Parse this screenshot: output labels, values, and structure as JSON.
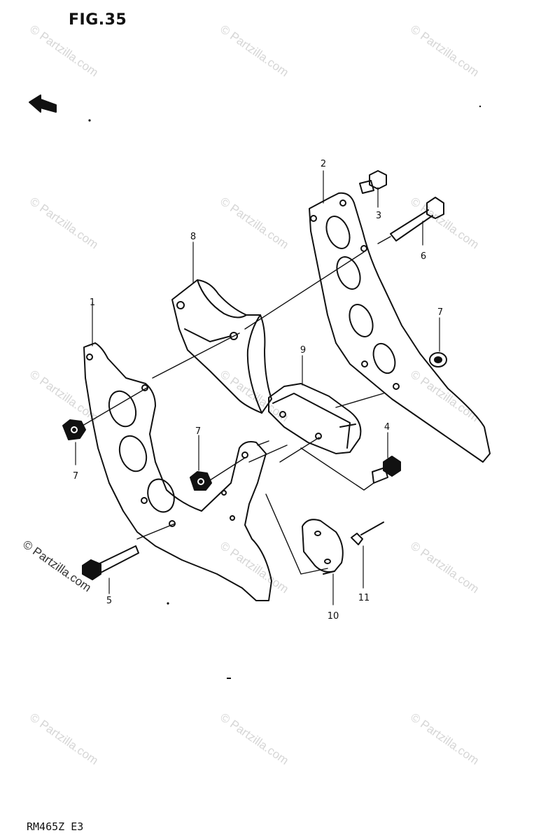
{
  "figure": {
    "title": "FIG.35",
    "footer_code": "RM465Z E3"
  },
  "watermark": {
    "text": "© Partzilla.com"
  },
  "front_arrow": {
    "label": "FWD",
    "icon": "front-direction-arrow-icon"
  },
  "callouts": [
    {
      "id": "c2",
      "number": "2",
      "part": "chain guide plate"
    },
    {
      "id": "c3",
      "number": "3",
      "part": "bolt"
    },
    {
      "id": "c6",
      "number": "6",
      "part": "long bolt"
    },
    {
      "id": "c8",
      "number": "8",
      "part": "spacer block"
    },
    {
      "id": "c1",
      "number": "1",
      "part": "chain guide plate"
    },
    {
      "id": "c7a",
      "number": "7",
      "part": "nut"
    },
    {
      "id": "c9",
      "number": "9",
      "part": "guide roller pad"
    },
    {
      "id": "c7b",
      "number": "7",
      "part": "nut"
    },
    {
      "id": "c7c",
      "number": "7",
      "part": "nut"
    },
    {
      "id": "c4",
      "number": "4",
      "part": "bolt"
    },
    {
      "id": "c5",
      "number": "5",
      "part": "long bolt"
    },
    {
      "id": "c10",
      "number": "10",
      "part": "rubber pad"
    },
    {
      "id": "c11",
      "number": "11",
      "part": "screw"
    }
  ]
}
